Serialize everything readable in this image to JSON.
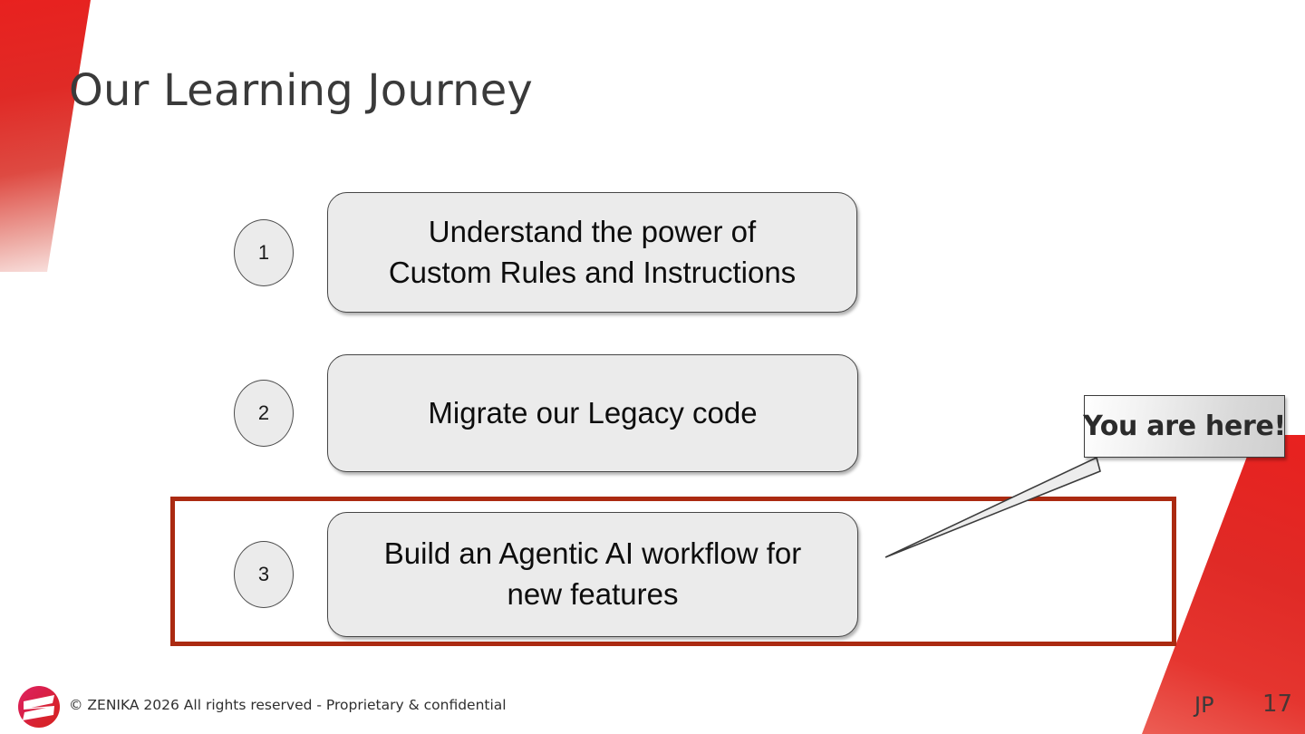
{
  "slide": {
    "title": "Our Learning Journey",
    "background_color": "#ffffff",
    "accent_color": "#e8211f",
    "highlight_color": "#ab2a11"
  },
  "steps": [
    {
      "number": "1",
      "label": "Understand the power of\nCustom Rules and Instructions",
      "highlighted": false
    },
    {
      "number": "2",
      "label": "Migrate our Legacy code",
      "highlighted": false
    },
    {
      "number": "3",
      "label": "Build an Agentic AI workflow for\nnew features",
      "highlighted": true
    }
  ],
  "callout": {
    "text": "You are here!",
    "points_to_step": "3"
  },
  "footer": {
    "logo_name": "zenika-logo",
    "copyright": "© ZENIKA 2026  All rights reserved  -  Proprietary & confidential",
    "initials": "JP",
    "page_number": "17"
  }
}
